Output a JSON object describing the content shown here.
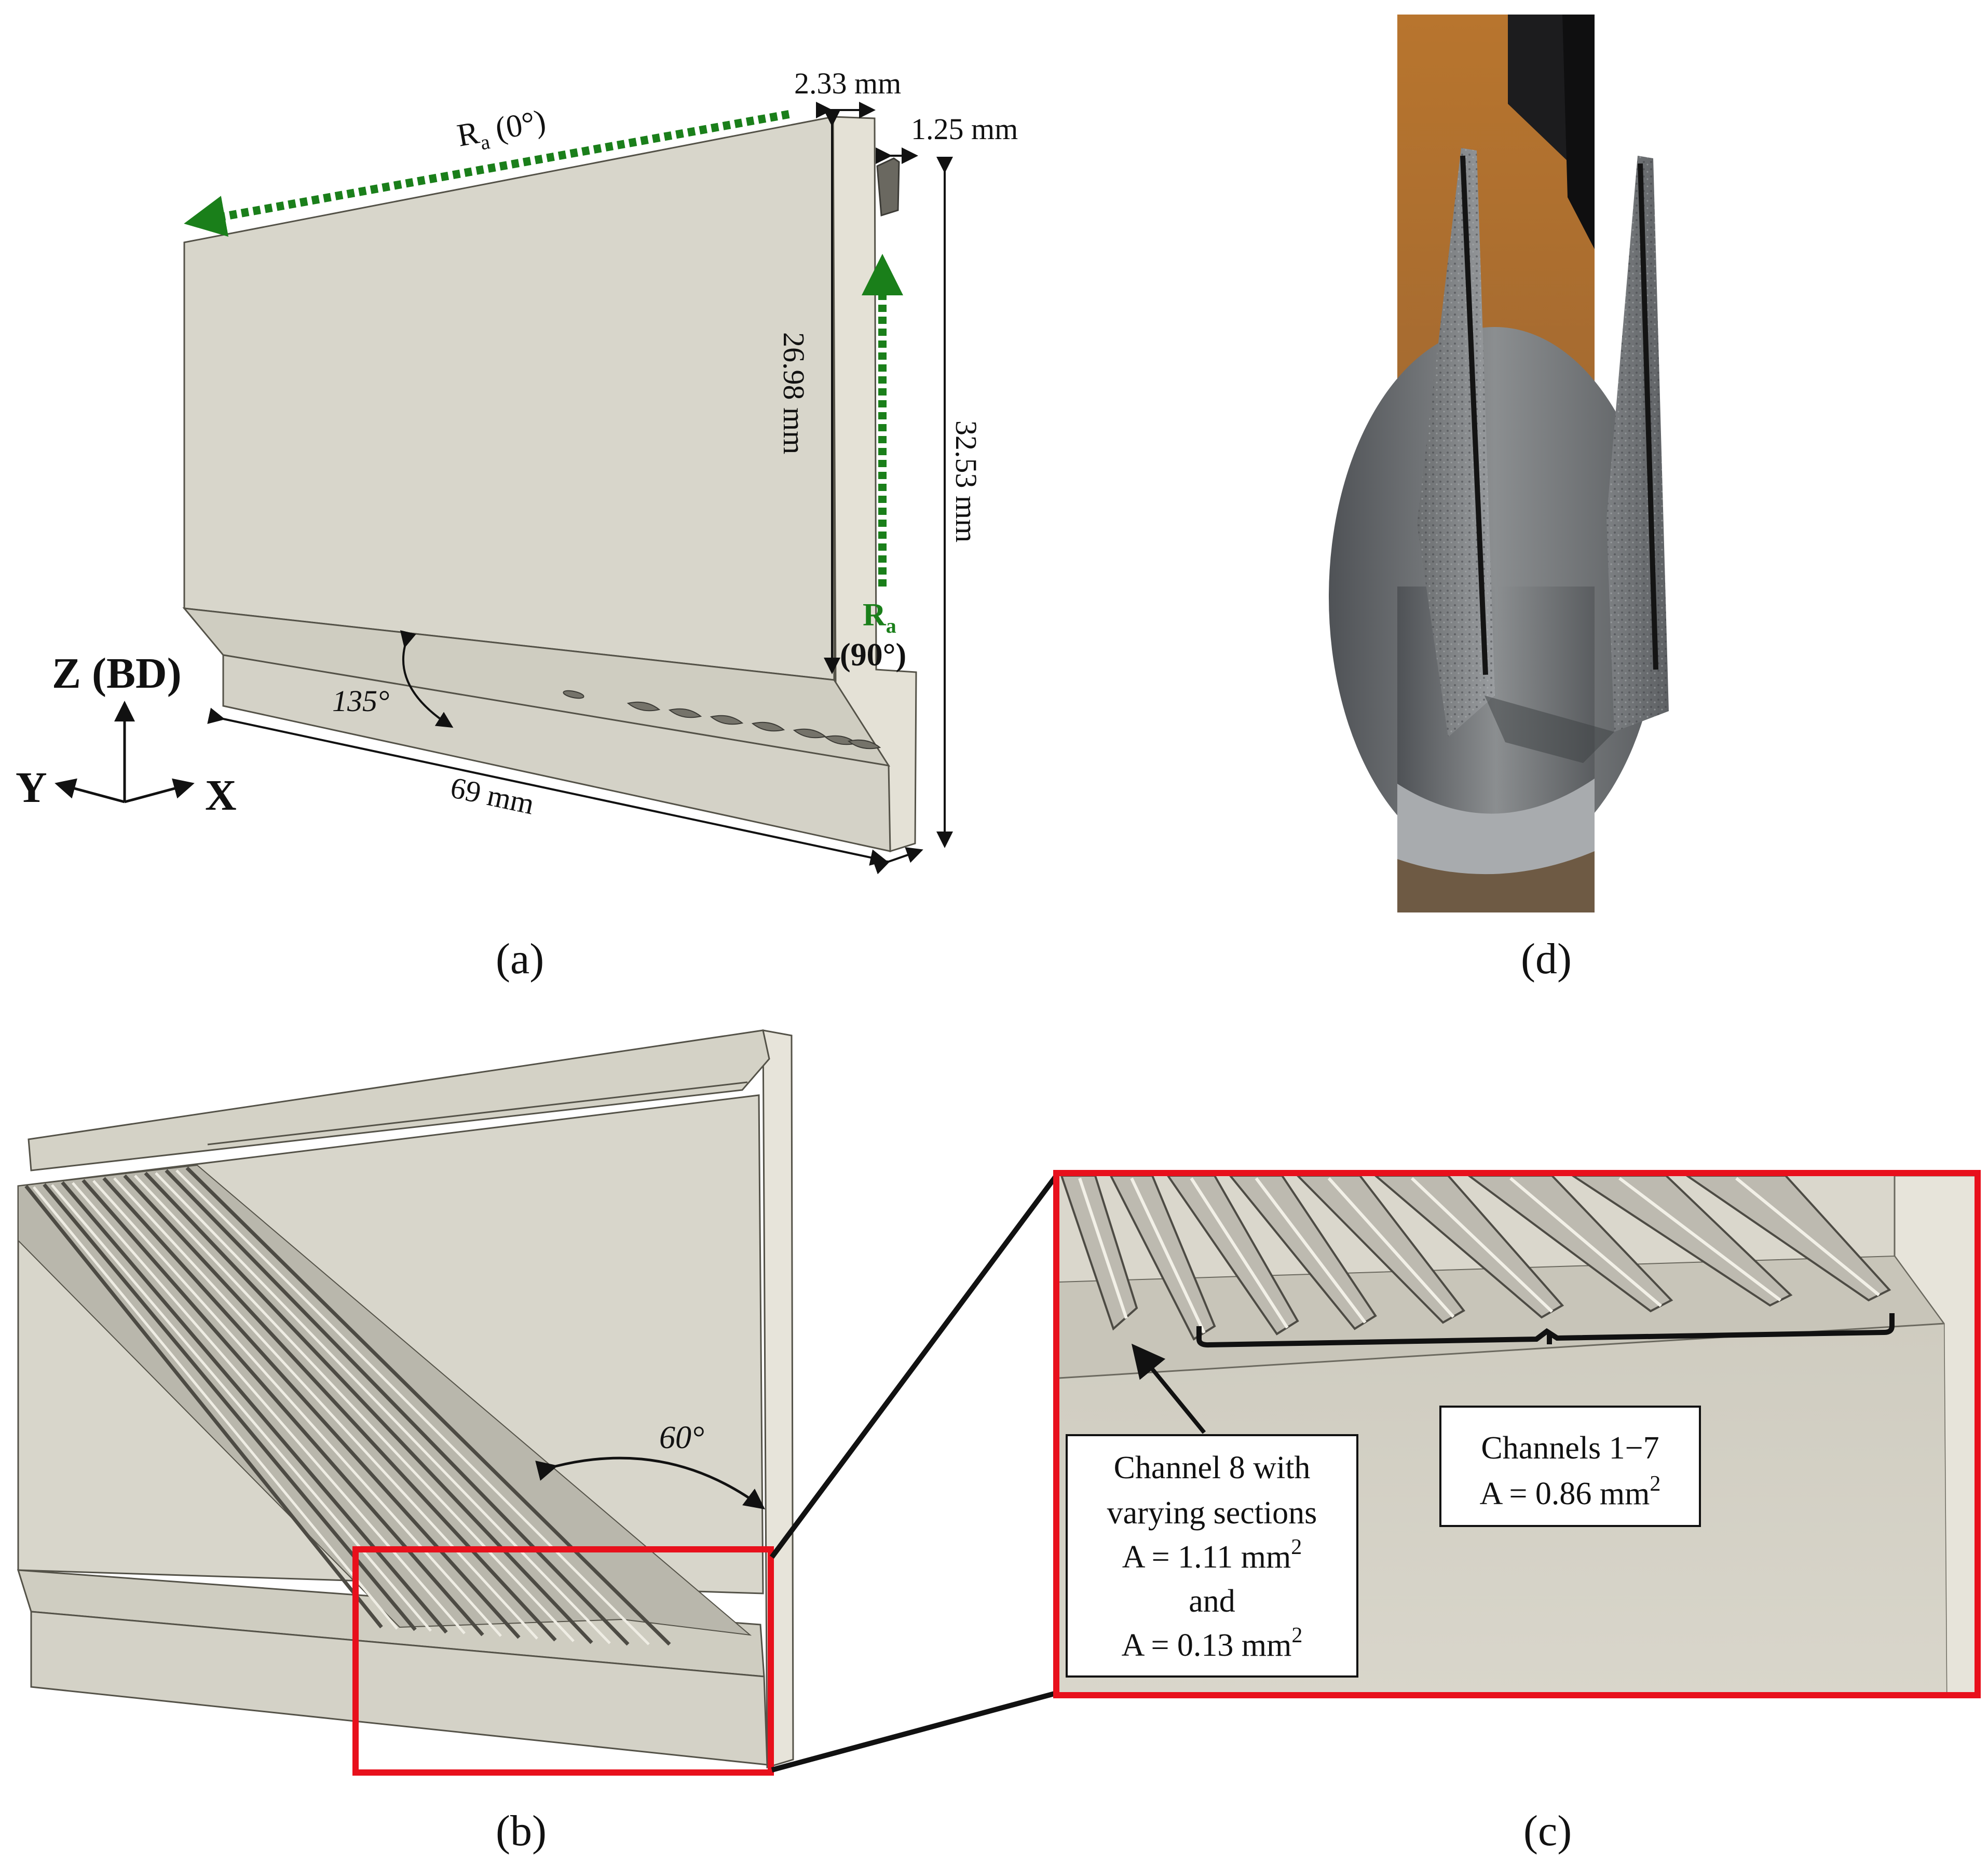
{
  "panel_a": {
    "caption": "(a)",
    "ra_0": {
      "R": "R",
      "sub": "a",
      "angle": " (0°)"
    },
    "ra_90": {
      "R": "R",
      "sub": "a",
      "angle": "(90°)"
    },
    "dim_233": "2.33 mm",
    "dim_125": "1.25 mm",
    "dim_2698": "26.98 mm",
    "dim_3253": "32.53 mm",
    "dim_69": "69 mm",
    "angle_135": "135°",
    "axes": {
      "z": "Z (BD)",
      "y": "Y",
      "x": "X"
    }
  },
  "panel_b": {
    "caption": "(b)",
    "angle_60": "60°"
  },
  "panel_c": {
    "caption": "(c)",
    "channel8": {
      "line1": "Channel 8 with",
      "line2": "varying sections",
      "line3_text": "A = 1.11 mm",
      "line3_sup": "2",
      "line4": "and",
      "line5_text": "A = 0.13 mm",
      "line5_sup": "2"
    },
    "channels17": {
      "line1": "Channels 1−7",
      "line2_text": "A = 0.86 mm",
      "line2_sup": "2"
    }
  },
  "panel_d": {
    "caption": "(d)"
  },
  "colors": {
    "part": "#d8d6cb",
    "part_edge": "#545248",
    "arrow_green": "#1a7f1a",
    "highlight_red": "#e8101c"
  }
}
